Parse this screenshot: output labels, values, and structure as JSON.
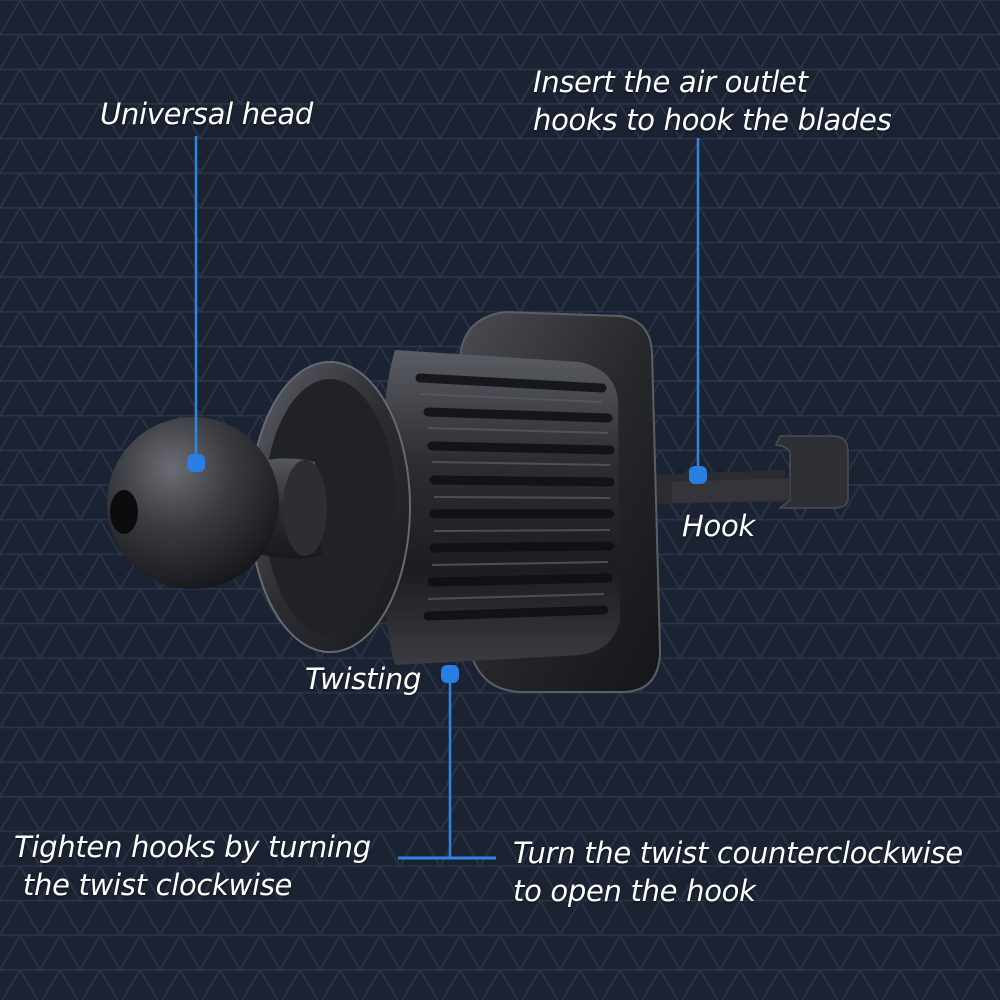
{
  "labels": {
    "universal_head": "Universal head",
    "insert_line1": "Insert the air outlet",
    "insert_line2": "hooks to hook the blades",
    "hook": "Hook",
    "twisting": "Twisting",
    "tighten_line1": "Tighten hooks by turning",
    "tighten_line2": " the twist clockwise",
    "turn_line1": "Turn the twist counterclockwise",
    "turn_line2": "to open the hook"
  },
  "colors": {
    "background": "#1b2333",
    "pattern_line": "#2b3548",
    "callout_line": "#2f86e0",
    "callout_dot": "#2a7de1",
    "device_body": "#26282c",
    "text": "#ffffff"
  }
}
